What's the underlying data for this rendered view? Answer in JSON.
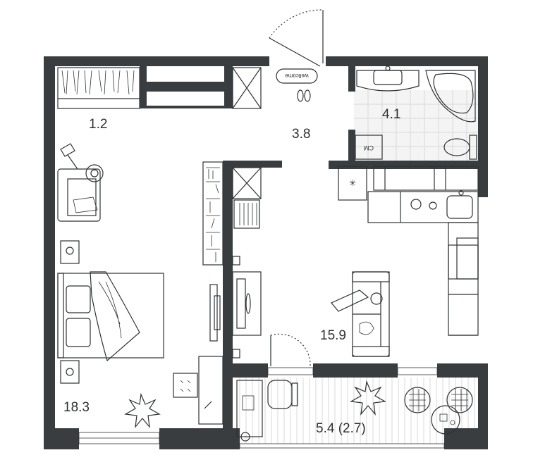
{
  "plan": {
    "wall_color": "#3a3d3f",
    "rooms": [
      {
        "id": "storage",
        "area": "1.2"
      },
      {
        "id": "hallway",
        "area": "3.8"
      },
      {
        "id": "bathroom",
        "area": "4.1"
      },
      {
        "id": "living-kitchen",
        "area": "15.9"
      },
      {
        "id": "bedroom",
        "area": "18.3"
      },
      {
        "id": "balcony",
        "area": "5.4 (2.7)"
      }
    ],
    "doormat_text": "wellcome",
    "washer_text": "СМ"
  }
}
